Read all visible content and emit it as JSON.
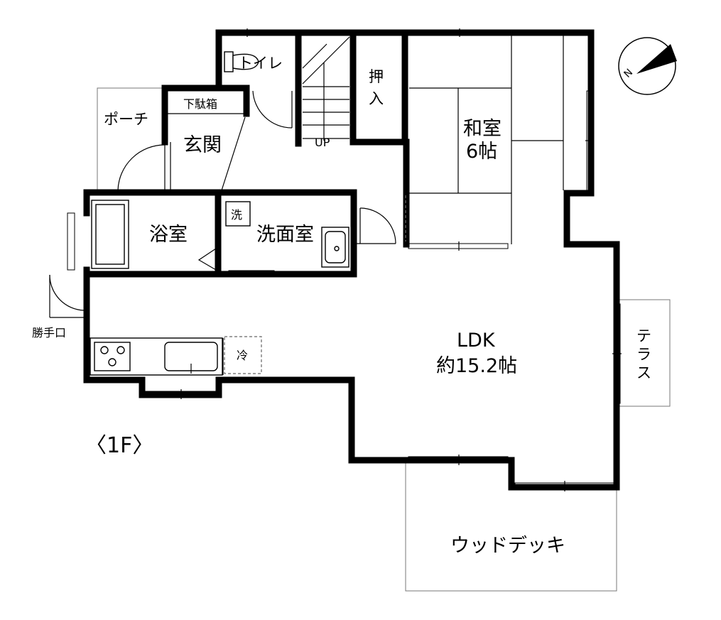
{
  "floor_label": "〈1F〉",
  "compass": {
    "north_label": "N"
  },
  "rooms": {
    "toilet": "トイレ",
    "closet_line1": "押",
    "closet_line2": "入",
    "washitsu_line1": "和室",
    "washitsu_line2": "6帖",
    "porch": "ポーチ",
    "shoe_box": "下駄箱",
    "entrance": "玄関",
    "stairs_up": "UP",
    "bathroom": "浴室",
    "washroom": "洗面室",
    "washer_mark": "洗",
    "ldk_line1": "LDK",
    "ldk_line2": "約15.2帖",
    "back_door": "勝手口",
    "fridge_mark": "冷",
    "terrace_line1": "テ",
    "terrace_line2": "ラ",
    "terrace_line3": "ス",
    "wood_deck": "ウッドデッキ"
  }
}
